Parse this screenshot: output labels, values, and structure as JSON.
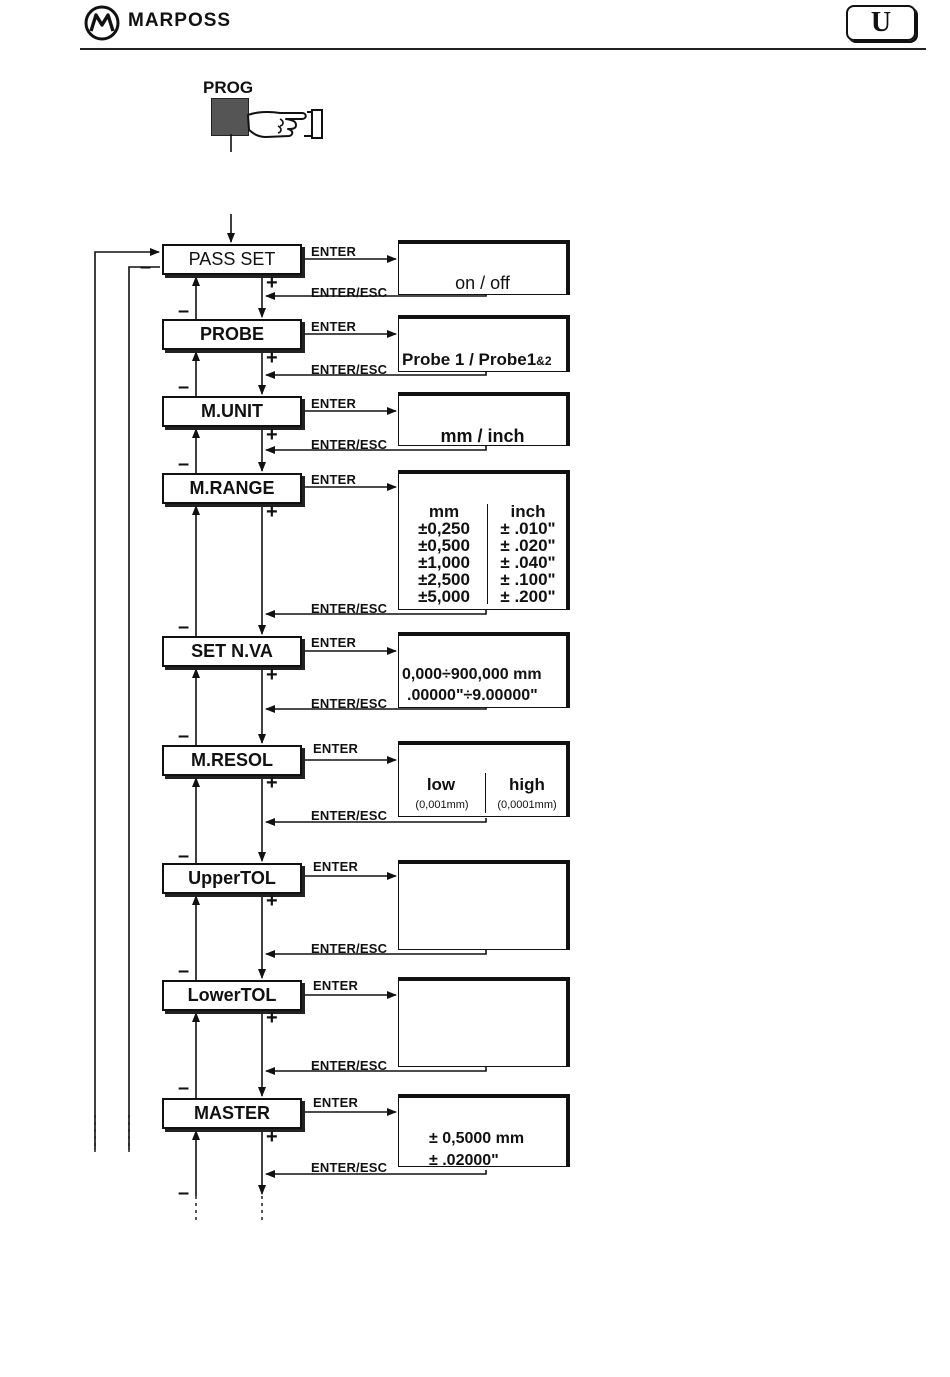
{
  "header": {
    "brand": "MARPOSS",
    "badge": "U"
  },
  "prog": {
    "label": "PROG",
    "key_color": "#555555"
  },
  "icons": [
    "marposs-logo-icon",
    "pointing-hand-icon"
  ],
  "connectors": {
    "enter": "ENTER",
    "enter_esc": "ENTER/ESC",
    "plus": "+",
    "minus": "–"
  },
  "menu": [
    {
      "label": "PASS SET"
    },
    {
      "label": "PROBE"
    },
    {
      "label": "M.UNIT"
    },
    {
      "label": "M.RANGE"
    },
    {
      "label": "SET N.VA"
    },
    {
      "label": "M.RESOL"
    },
    {
      "label": "UpperTOL"
    },
    {
      "label": "LowerTOL"
    },
    {
      "label": "MASTER"
    }
  ],
  "params": {
    "pass_set": "on / off",
    "probe": {
      "main": "Probe 1 / Probe1",
      "suffix": "&2"
    },
    "unit": "mm / inch",
    "range": {
      "mm_header": "mm",
      "inch_header": "inch",
      "mm": [
        "±0,250",
        "±0,500",
        "±1,000",
        "±2,500",
        "±5,000"
      ],
      "inch": [
        "± .010\"",
        "± .020\"",
        "± .040\"",
        "± .100\"",
        "± .200\""
      ]
    },
    "nominal": {
      "line1": "0,000÷900,000 mm",
      "line2": ".00000\"÷9.00000\""
    },
    "resol": {
      "low": "low",
      "low_note": "(0,001mm)",
      "high": "high",
      "high_note": "(0,0001mm)"
    },
    "master": {
      "line1": "± 0,5000 mm",
      "line2": "± .02000\""
    }
  }
}
